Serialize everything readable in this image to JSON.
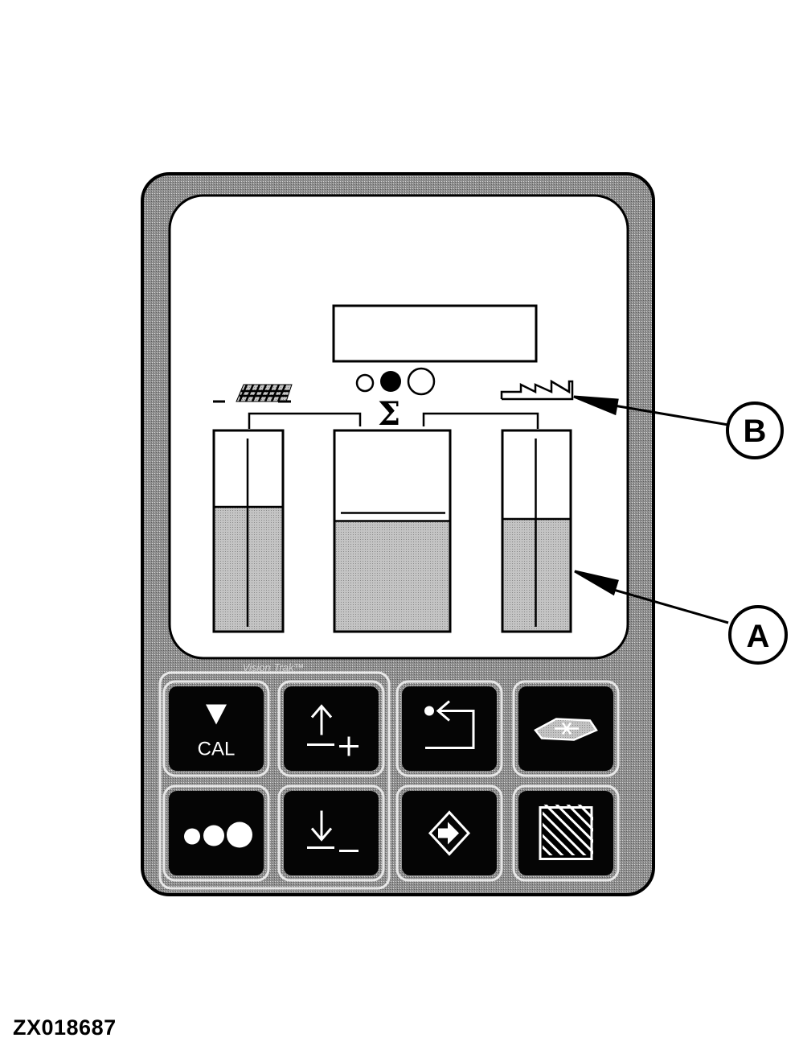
{
  "figure_id": "ZX018687",
  "brand_text": "Vision Trak™",
  "sigma_symbol": "Σ",
  "callouts": [
    {
      "label": "A",
      "target": "right-bar-level"
    },
    {
      "label": "B",
      "target": "right-bar-icon"
    }
  ],
  "bars": [
    {
      "name": "left",
      "icon": "hatched-flag-icon",
      "level": 0.62
    },
    {
      "name": "center",
      "icon": "sigma-icon",
      "level": 0.55,
      "target_level": 0.59
    },
    {
      "name": "right",
      "icon": "sawtooth-icon",
      "level": 0.56
    }
  ],
  "keys": [
    {
      "name": "cal",
      "label": "CAL",
      "icon": "triangle-down-icon",
      "row": 0,
      "col": 0
    },
    {
      "name": "increase",
      "label": "",
      "icon": "arrow-up-plus-icon",
      "row": 0,
      "col": 1
    },
    {
      "name": "return",
      "label": "",
      "icon": "dot-return-arrow-icon",
      "row": 0,
      "col": 2
    },
    {
      "name": "field",
      "label": "",
      "icon": "field-map-icon",
      "row": 0,
      "col": 3
    },
    {
      "name": "select",
      "label": "",
      "icon": "three-dots-icon",
      "row": 1,
      "col": 0
    },
    {
      "name": "decrease",
      "label": "",
      "icon": "arrow-down-minus-icon",
      "row": 1,
      "col": 1
    },
    {
      "name": "enter",
      "label": "",
      "icon": "diamond-arrow-icon",
      "row": 1,
      "col": 2
    },
    {
      "name": "area",
      "label": "",
      "icon": "hatched-square-icon",
      "row": 1,
      "col": 3
    }
  ],
  "colors": {
    "ink": "#000000",
    "panel": "#9a9a9a",
    "fill": "#bdbdbd",
    "key": "#050505"
  }
}
